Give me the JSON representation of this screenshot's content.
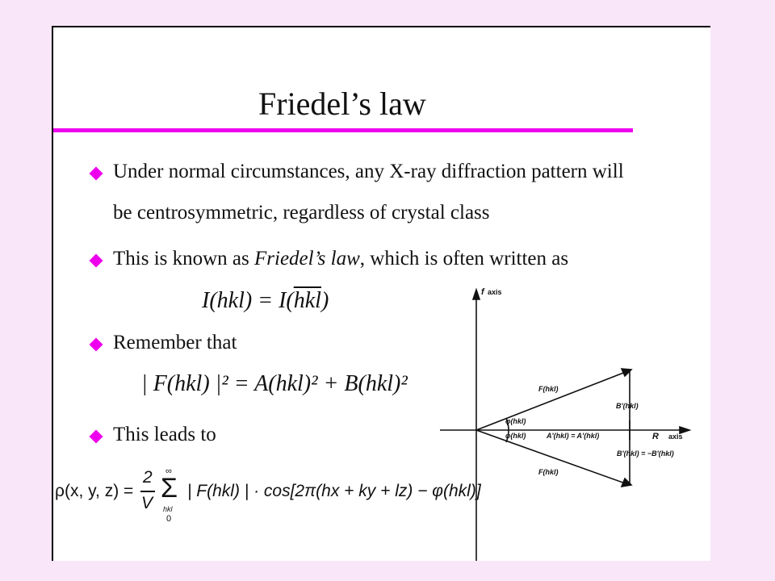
{
  "title": "Friedel’s law",
  "bullets": {
    "b1_line1": "Under normal circumstances, any X-ray diffraction pattern will",
    "b1_line2": "be centrosymmetric, regardless of crystal class",
    "b2_pre": "This is known as ",
    "b2_em": "Friedel’s law",
    "b2_post": ", which is often written as",
    "b3": "Remember that",
    "b4": "This leads to"
  },
  "equations": {
    "friedel_left": "I(hkl) = I(",
    "friedel_bar": "hkl",
    "friedel_right": ")",
    "structure_factor": "| F(hkl) |² = A(hkl)² + B(hkl)²",
    "density_lhs": "ρ(x, y, z) = ",
    "density_frac_num": "2",
    "density_frac_den": "V",
    "density_sum_top": "∞",
    "density_sum_bottom_1": "hkl",
    "density_sum_bottom_2": "0",
    "density_rhs": "| F(hkl) | · cos[2π(hx + ky + lz) − φ(hkl)]"
  },
  "diagram": {
    "y_axis_label": "axis",
    "y_axis_symbol": "f",
    "x_axis_label": "axis",
    "x_axis_symbol": "R",
    "F_upper": "F(hkl)",
    "F_lower": "F(hkl)",
    "B_upper": "B'(hkl)",
    "phi_upper": "φ(hkl)",
    "phi_lower": "φ(hkl)",
    "A_label": "A'(hkl) = A'(hkl)",
    "B_lower": "B'(hkl) = −B'(hkl)"
  }
}
